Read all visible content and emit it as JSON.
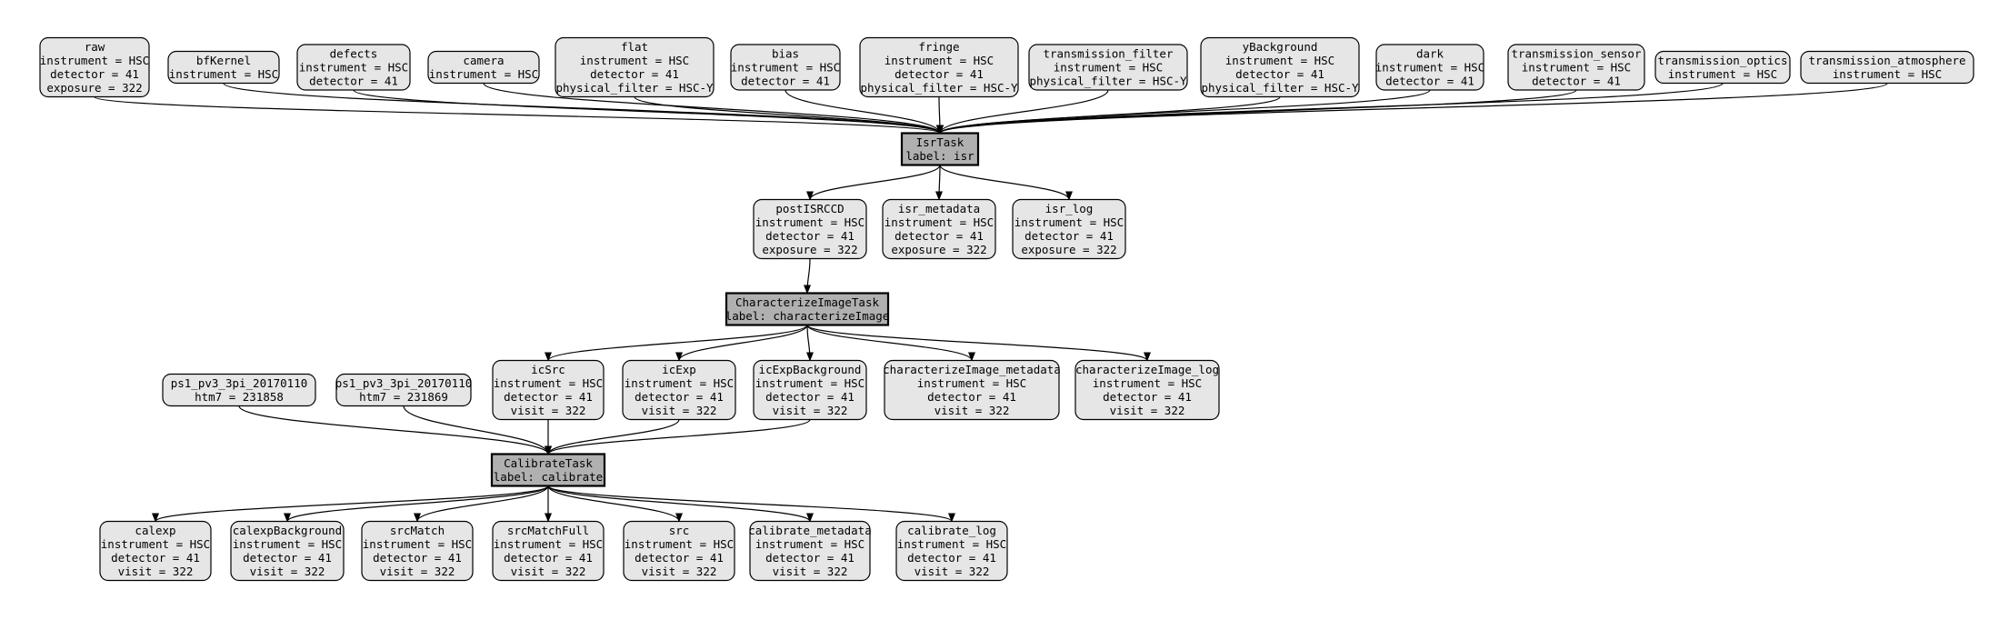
{
  "colors": {
    "dataset_fill": "#e6e6e6",
    "task_fill": "#b0b0b0",
    "stroke": "#000000",
    "background": "#ffffff"
  },
  "nodes": {
    "raw": [
      "raw",
      "instrument = HSC",
      "detector = 41",
      "exposure = 322"
    ],
    "bfKernel": [
      "bfKernel",
      "instrument = HSC"
    ],
    "defects": [
      "defects",
      "instrument = HSC",
      "detector = 41"
    ],
    "camera": [
      "camera",
      "instrument = HSC"
    ],
    "flat": [
      "flat",
      "instrument = HSC",
      "detector = 41",
      "physical_filter = HSC-Y"
    ],
    "bias": [
      "bias",
      "instrument = HSC",
      "detector = 41"
    ],
    "fringe": [
      "fringe",
      "instrument = HSC",
      "detector = 41",
      "physical_filter = HSC-Y"
    ],
    "transmission_filter": [
      "transmission_filter",
      "instrument = HSC",
      "physical_filter = HSC-Y"
    ],
    "yBackground": [
      "yBackground",
      "instrument = HSC",
      "detector = 41",
      "physical_filter = HSC-Y"
    ],
    "dark": [
      "dark",
      "instrument = HSC",
      "detector = 41"
    ],
    "transmission_sensor": [
      "transmission_sensor",
      "instrument = HSC",
      "detector = 41"
    ],
    "transmission_optics": [
      "transmission_optics",
      "instrument = HSC"
    ],
    "transmission_atmosphere": [
      "transmission_atmosphere",
      "instrument = HSC"
    ],
    "isrTask": [
      "IsrTask",
      "label: isr"
    ],
    "postISRCCD": [
      "postISRCCD",
      "instrument = HSC",
      "detector = 41",
      "exposure = 322"
    ],
    "isr_metadata": [
      "isr_metadata",
      "instrument = HSC",
      "detector = 41",
      "exposure = 322"
    ],
    "isr_log": [
      "isr_log",
      "instrument = HSC",
      "detector = 41",
      "exposure = 322"
    ],
    "characterizeTask": [
      "CharacterizeImageTask",
      "label: characterizeImage"
    ],
    "icSrc": [
      "icSrc",
      "instrument = HSC",
      "detector = 41",
      "visit = 322"
    ],
    "icExp": [
      "icExp",
      "instrument = HSC",
      "detector = 41",
      "visit = 322"
    ],
    "icExpBackground": [
      "icExpBackground",
      "instrument = HSC",
      "detector = 41",
      "visit = 322"
    ],
    "characterizeImage_metadata": [
      "characterizeImage_metadata",
      "instrument = HSC",
      "detector = 41",
      "visit = 322"
    ],
    "characterizeImage_log": [
      "characterizeImage_log",
      "instrument = HSC",
      "detector = 41",
      "visit = 322"
    ],
    "ps1_a": [
      "ps1_pv3_3pi_20170110",
      "htm7 = 231858"
    ],
    "ps1_b": [
      "ps1_pv3_3pi_20170110",
      "htm7 = 231869"
    ],
    "calibrateTask": [
      "CalibrateTask",
      "label: calibrate"
    ],
    "calexp": [
      "calexp",
      "instrument = HSC",
      "detector = 41",
      "visit = 322"
    ],
    "calexpBackground": [
      "calexpBackground",
      "instrument = HSC",
      "detector = 41",
      "visit = 322"
    ],
    "srcMatch": [
      "srcMatch",
      "instrument = HSC",
      "detector = 41",
      "visit = 322"
    ],
    "srcMatchFull": [
      "srcMatchFull",
      "instrument = HSC",
      "detector = 41",
      "visit = 322"
    ],
    "src": [
      "src",
      "instrument = HSC",
      "detector = 41",
      "visit = 322"
    ],
    "calibrate_metadata": [
      "calibrate_metadata",
      "instrument = HSC",
      "detector = 41",
      "visit = 322"
    ],
    "calibrate_log": [
      "calibrate_log",
      "instrument = HSC",
      "detector = 41",
      "visit = 322"
    ]
  },
  "edges": [
    [
      "raw",
      "isrTask"
    ],
    [
      "bfKernel",
      "isrTask"
    ],
    [
      "defects",
      "isrTask"
    ],
    [
      "camera",
      "isrTask"
    ],
    [
      "flat",
      "isrTask"
    ],
    [
      "bias",
      "isrTask"
    ],
    [
      "fringe",
      "isrTask"
    ],
    [
      "transmission_filter",
      "isrTask"
    ],
    [
      "yBackground",
      "isrTask"
    ],
    [
      "dark",
      "isrTask"
    ],
    [
      "transmission_sensor",
      "isrTask"
    ],
    [
      "transmission_optics",
      "isrTask"
    ],
    [
      "transmission_atmosphere",
      "isrTask"
    ],
    [
      "isrTask",
      "postISRCCD"
    ],
    [
      "isrTask",
      "isr_metadata"
    ],
    [
      "isrTask",
      "isr_log"
    ],
    [
      "postISRCCD",
      "characterizeTask"
    ],
    [
      "characterizeTask",
      "icSrc"
    ],
    [
      "characterizeTask",
      "icExp"
    ],
    [
      "characterizeTask",
      "icExpBackground"
    ],
    [
      "characterizeTask",
      "characterizeImage_metadata"
    ],
    [
      "characterizeTask",
      "characterizeImage_log"
    ],
    [
      "icSrc",
      "calibrateTask"
    ],
    [
      "icExp",
      "calibrateTask"
    ],
    [
      "icExpBackground",
      "calibrateTask"
    ],
    [
      "ps1_a",
      "calibrateTask"
    ],
    [
      "ps1_b",
      "calibrateTask"
    ],
    [
      "calibrateTask",
      "calexp"
    ],
    [
      "calibrateTask",
      "calexpBackground"
    ],
    [
      "calibrateTask",
      "srcMatch"
    ],
    [
      "calibrateTask",
      "srcMatchFull"
    ],
    [
      "calibrateTask",
      "src"
    ],
    [
      "calibrateTask",
      "calibrate_metadata"
    ],
    [
      "calibrateTask",
      "calibrate_log"
    ]
  ]
}
